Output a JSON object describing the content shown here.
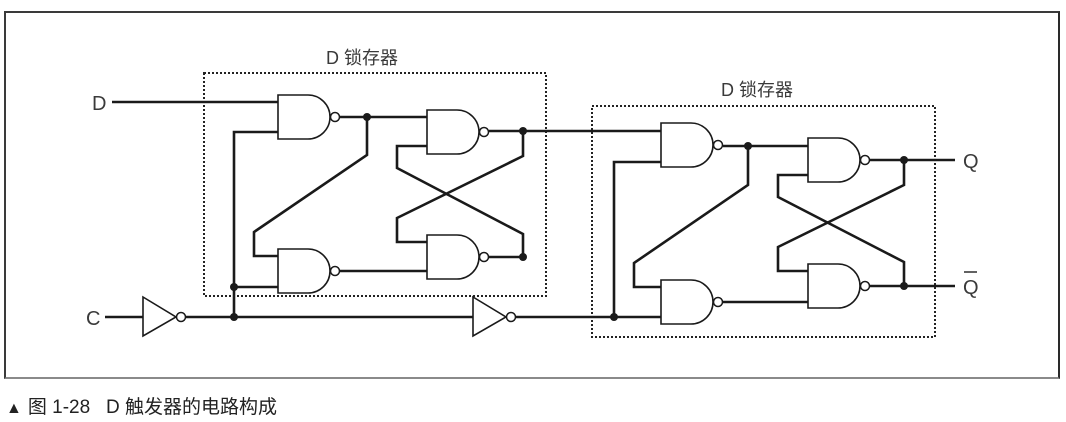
{
  "figure": {
    "caption_marker": "▲",
    "caption_number": "图 1-28",
    "caption_text": "D 触发器的电路构成"
  },
  "diagram": {
    "inputs": {
      "d_label": "D",
      "c_label": "C"
    },
    "outputs": {
      "q_label": "Q",
      "qbar_label": "Q"
    },
    "latches": [
      {
        "label": "D 锁存器",
        "gates": [
          "NAND",
          "NAND",
          "NAND",
          "NAND"
        ]
      },
      {
        "label": "D 锁存器",
        "gates": [
          "NAND",
          "NAND",
          "NAND",
          "NAND"
        ]
      }
    ],
    "inverters": [
      "NOT",
      "NOT"
    ]
  }
}
